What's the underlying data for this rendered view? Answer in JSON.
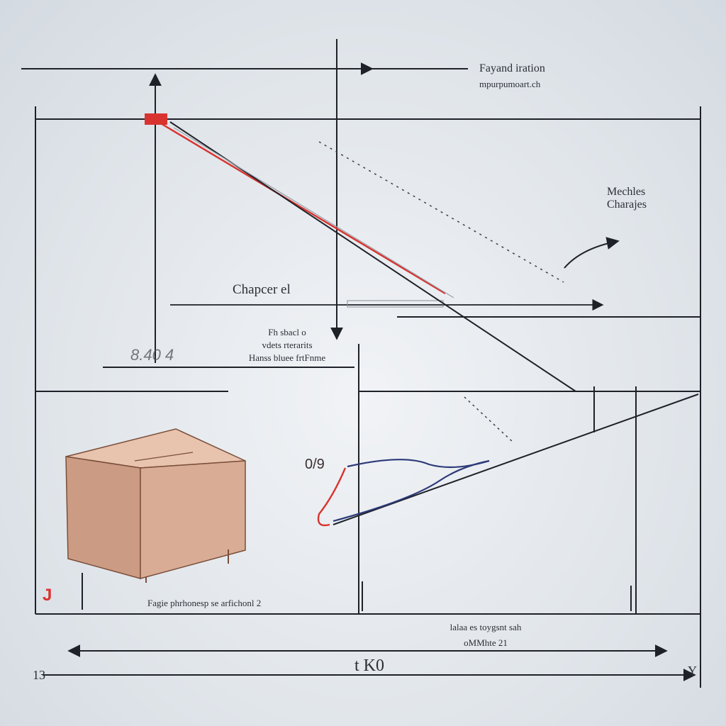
{
  "labels": {
    "top_title": "Fayand iration",
    "top_subtitle": "mpurpumoart.ch",
    "mechanics": "Mechles Charajes",
    "chapter": "Chapcer el",
    "note_line1": "Fh sbacl o",
    "note_line2": "vdets rterarits",
    "note_line3": "Hanss bluee frtFnme",
    "left_value": "8.40 4",
    "angle_label": "0/9",
    "bottom_caption": "Fagie phrhonesp se arfichonl 2",
    "bottom_right_line1": "lalaa es toygsnt sah",
    "bottom_right_line2": "oMMhte 21",
    "bottom_marker": "t K0",
    "corner_j": "J",
    "corner_left": "13",
    "corner_right": "Y"
  },
  "colors": {
    "background": "#e4e8ec",
    "line": "#1e2228",
    "accent_red": "#d9332f",
    "accent_blue": "#2c3a78",
    "box_front": "#d9ad95",
    "box_top": "#e8c3ad",
    "box_side": "#cb9c83"
  }
}
